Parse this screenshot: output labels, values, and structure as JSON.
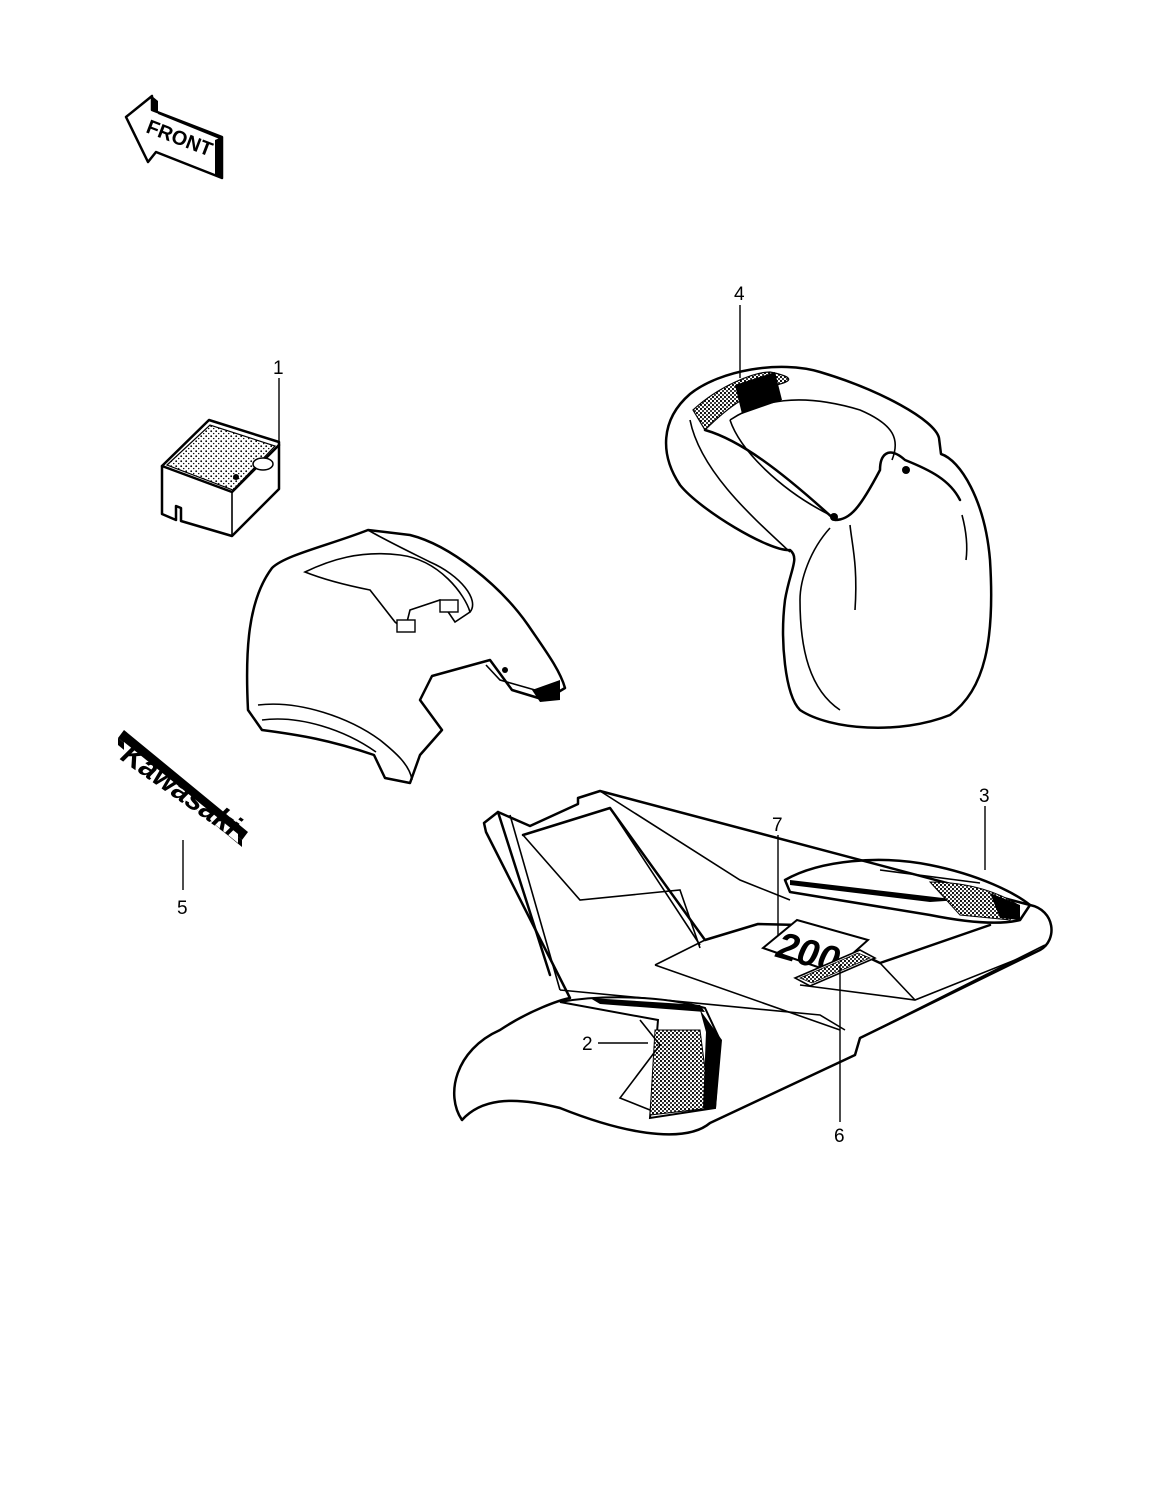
{
  "direction_label": "FRONT",
  "brand_decal_text": "Kawasaki",
  "model_decal_number": "200",
  "callouts": [
    {
      "id": "1",
      "label": "1"
    },
    {
      "id": "2",
      "label": "2"
    },
    {
      "id": "3",
      "label": "3"
    },
    {
      "id": "4",
      "label": "4"
    },
    {
      "id": "5",
      "label": "5"
    },
    {
      "id": "6",
      "label": "6"
    },
    {
      "id": "7",
      "label": "7"
    }
  ],
  "colors": {
    "ink": "#000000",
    "paper": "#ffffff",
    "stipple": "#9a9a9a"
  }
}
